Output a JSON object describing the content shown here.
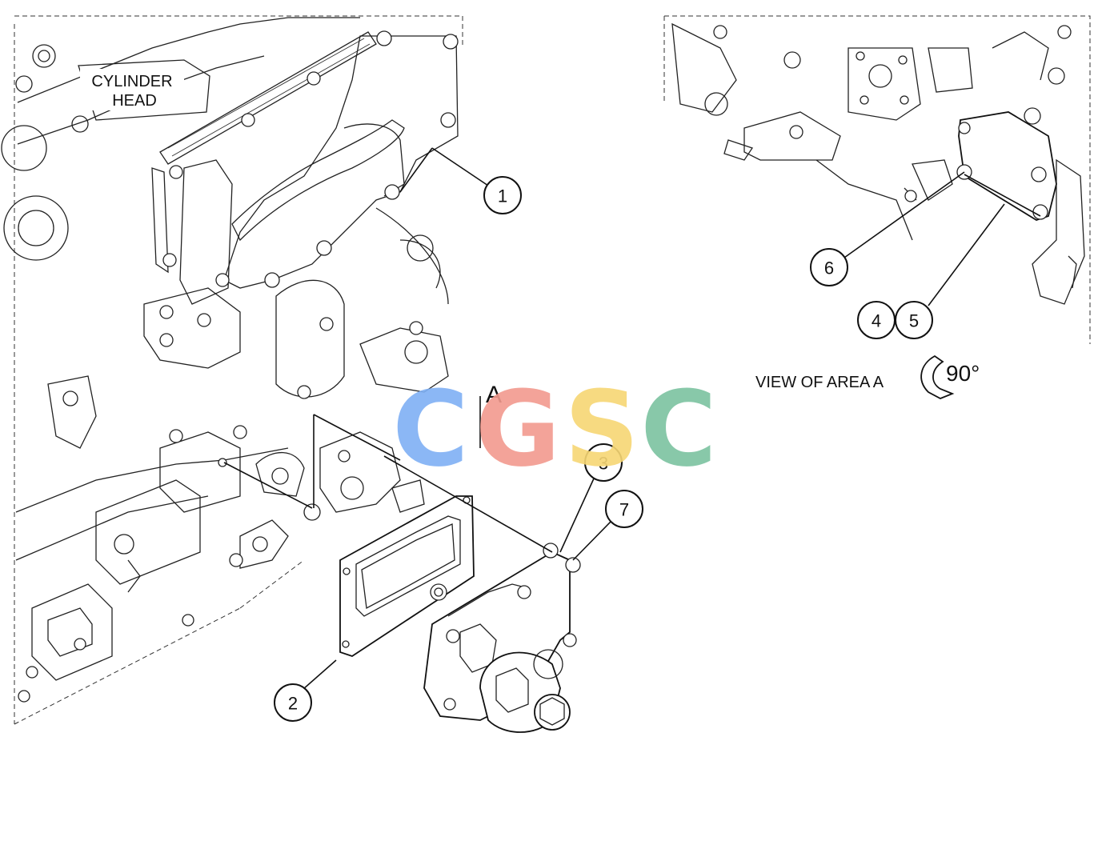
{
  "labels": {
    "cylinder_head_line1": "CYLINDER",
    "cylinder_head_line2": "HEAD",
    "area_marker": "A",
    "view_caption": "VIEW OF AREA  A",
    "rotation": "90°"
  },
  "callouts": [
    "1",
    "2",
    "3",
    "4",
    "5",
    "6",
    "7"
  ],
  "watermark": {
    "letters": [
      "C",
      "G",
      "S",
      "C"
    ],
    "colors": [
      "#7fb0f5",
      "#f29a8e",
      "#f7d774",
      "#7cc3a0"
    ]
  }
}
